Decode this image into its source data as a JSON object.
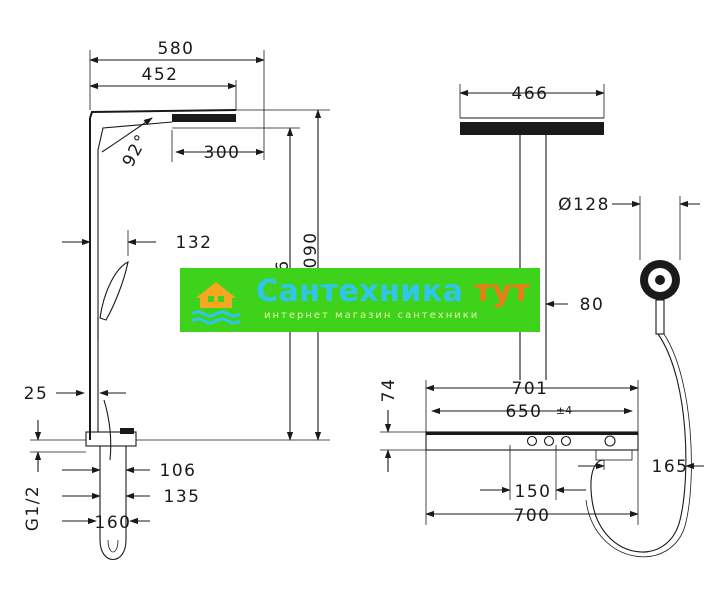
{
  "dimensions": {
    "width_580": "580",
    "width_452": "452",
    "angle_92": "92°",
    "head_300": "300",
    "width_132": "132",
    "height_1016": "1016",
    "height_1090": "1090",
    "offset_25": "25",
    "thread_g12": "G1/2",
    "d_106": "106",
    "d_135": "135",
    "d_160": "160",
    "head_466": "466",
    "dia_128": "Ø128",
    "d_80": "80",
    "h_74": "74",
    "w_701": "701",
    "w_650": "650",
    "tol_4": "±4",
    "w_150": "150",
    "w_700": "700",
    "d_165": "165"
  },
  "watermark": {
    "brand": "Сантехника",
    "brand_accent": "тут",
    "tagline": "интернет магазин сантехники",
    "colors": {
      "background": "#3fd21a",
      "brand": "#2fc6ee",
      "accent": "#f07a13",
      "logo": "#f5a623"
    }
  }
}
